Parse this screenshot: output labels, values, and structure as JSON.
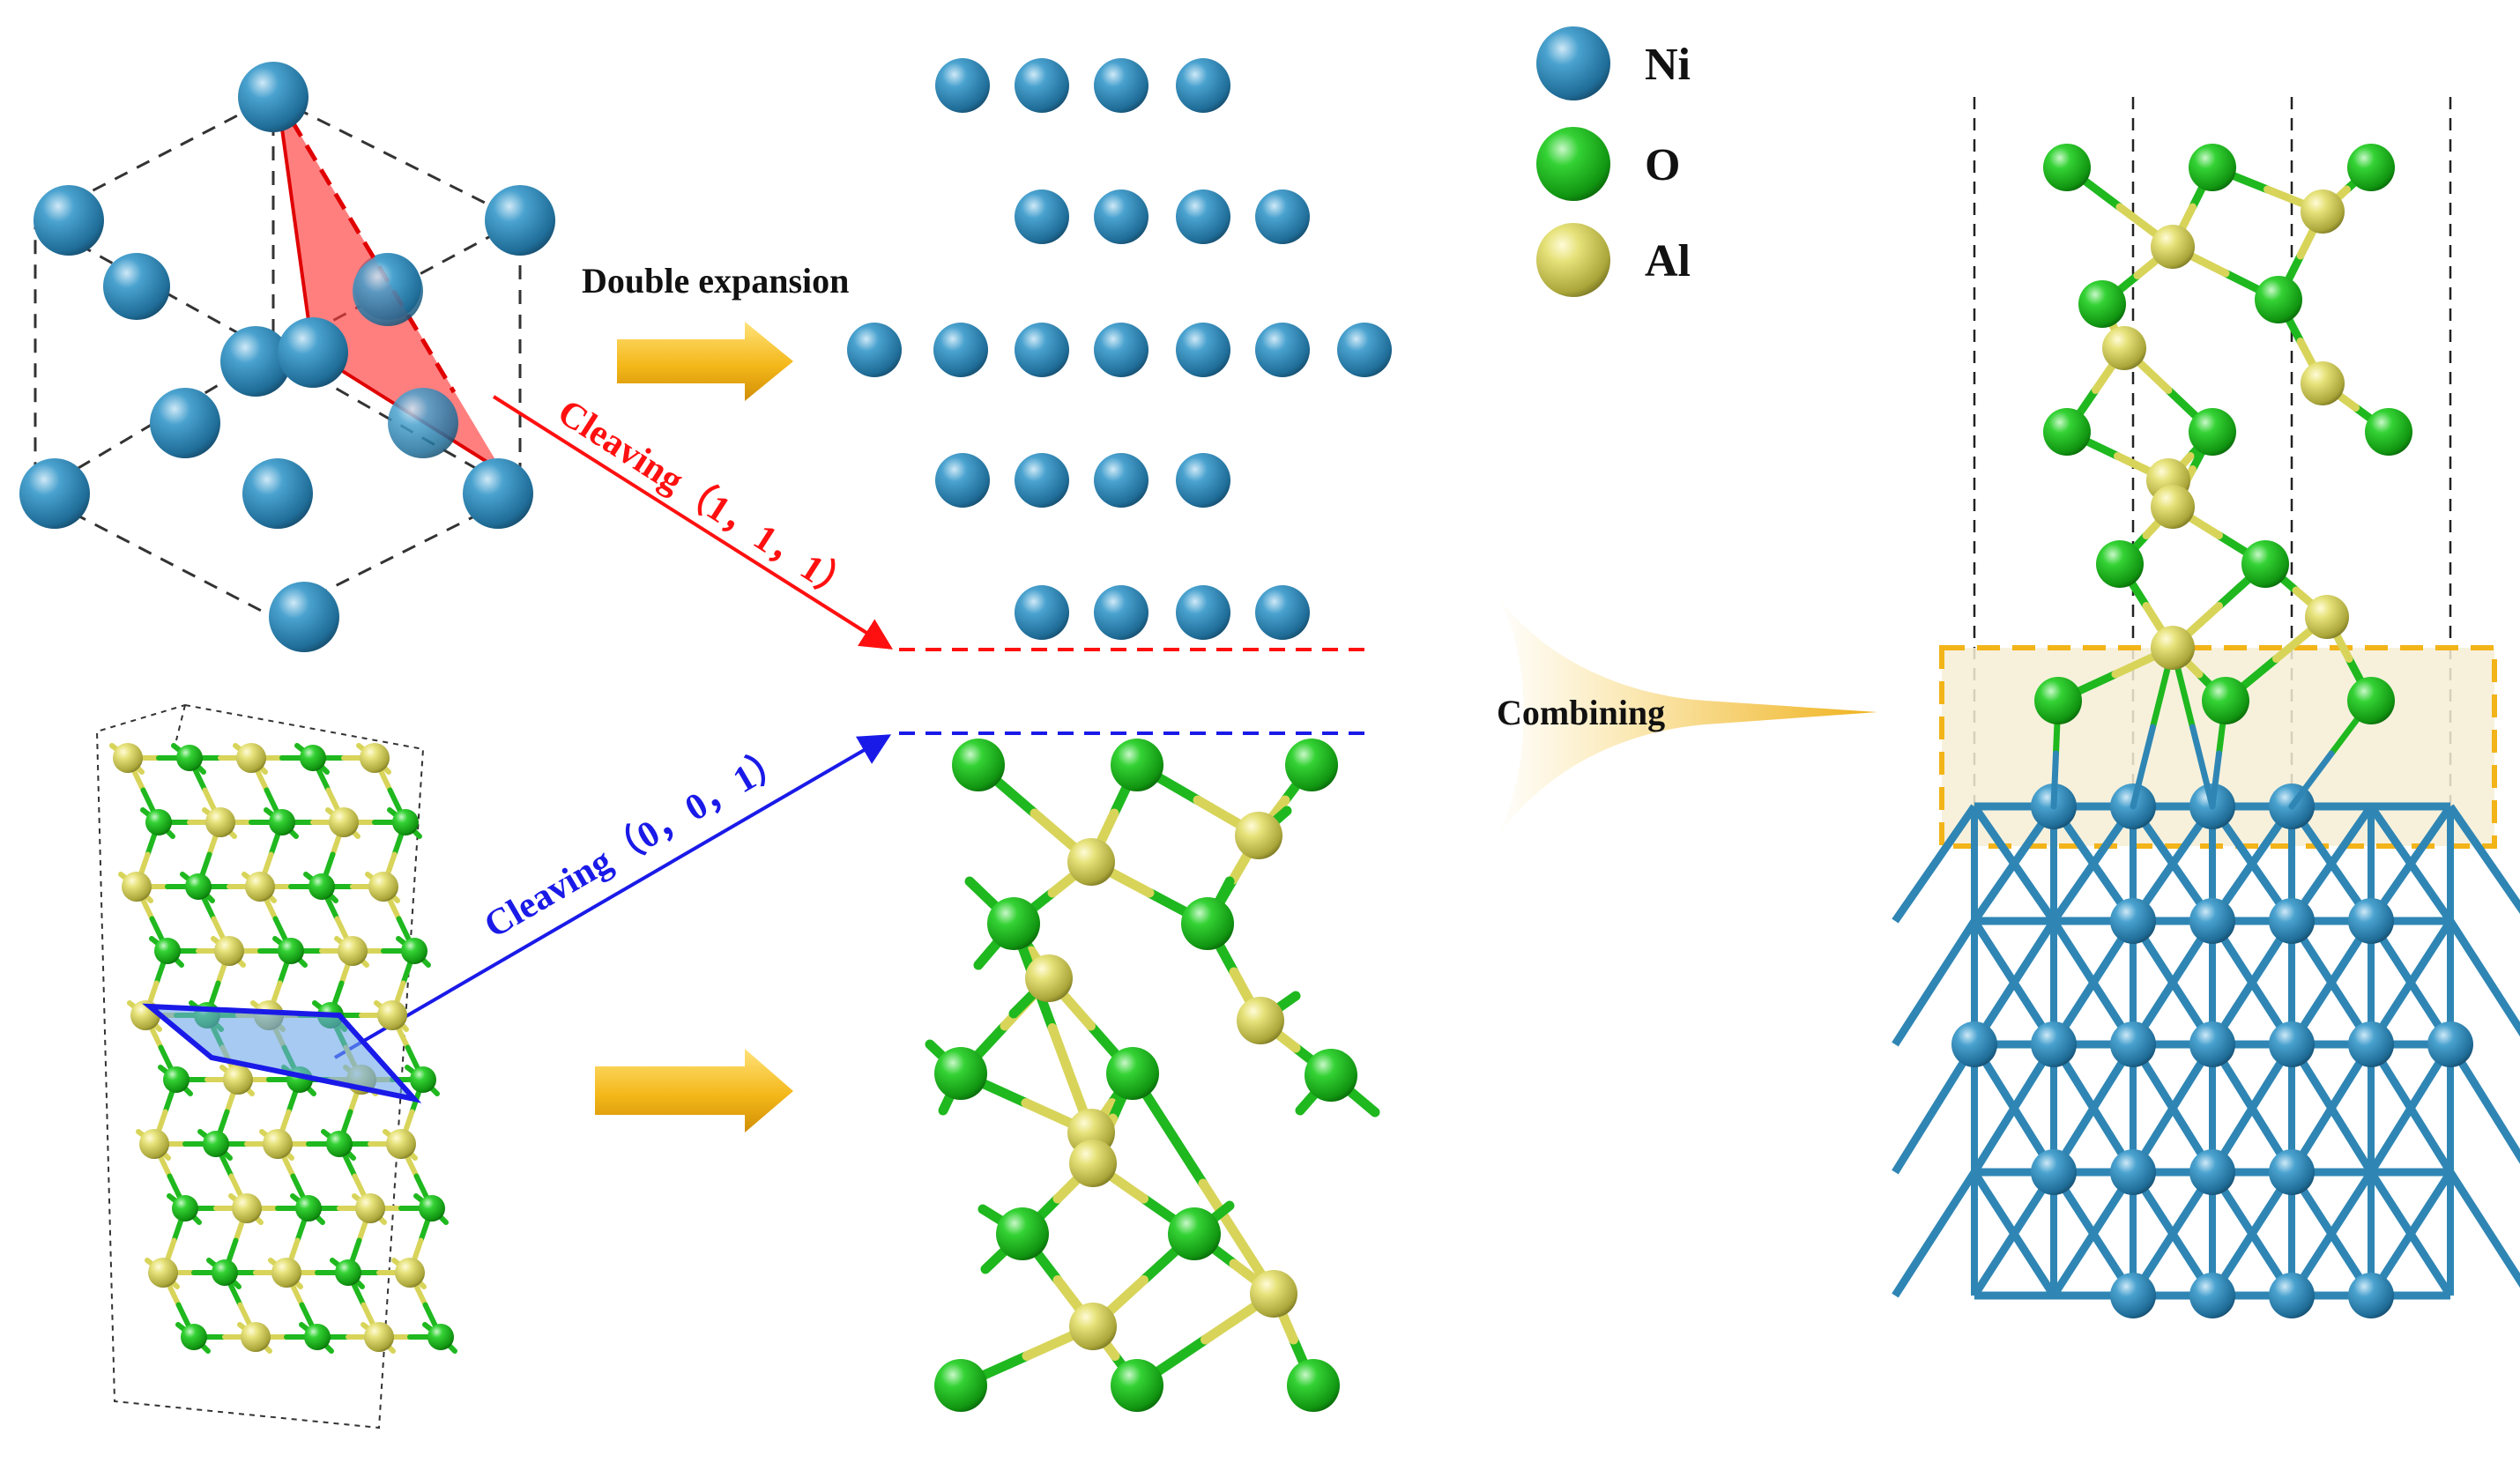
{
  "legend": {
    "items": [
      {
        "label": "Ni",
        "color": "#2f86b4"
      },
      {
        "label": "O",
        "color": "#1fb81f"
      },
      {
        "label": "Al",
        "color": "#d8d45a"
      }
    ]
  },
  "labels": {
    "double_expansion": "Double expansion",
    "cleave_111": "Cleaving（1，1，1）",
    "cleave_001": "Cleaving（0，0，1）",
    "combining": "Combining"
  },
  "colors": {
    "ni": "#2f86b4",
    "o": "#1fb81f",
    "al": "#d8d45a",
    "red": "#ff1010",
    "blue": "#1a1ae8",
    "arrow_gold": "#f4b81a",
    "interface_fill": "#f6efd6",
    "interface_border": "#f2b418"
  }
}
